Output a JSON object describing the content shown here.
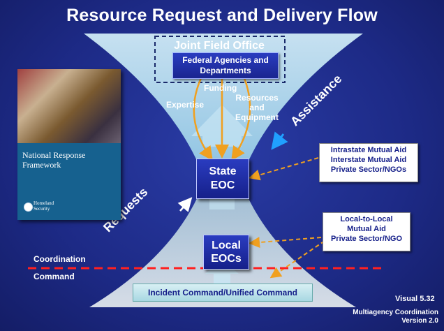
{
  "title": "Resource Request and Delivery Flow",
  "joint_field_office": {
    "label": "Joint Field Office",
    "box_label": "Federal Agencies and Departments"
  },
  "flows": {
    "expertise": "Expertise",
    "funding": "Funding",
    "resources": "Resources and Equipment"
  },
  "state_eoc": "State EOC",
  "local_eocs": "Local EOCs",
  "incident_command": "Incident Command/Unified Command",
  "assistance": "Assistance",
  "requests": "Requests",
  "intrastate_box": {
    "line1": "Intrastate Mutual Aid",
    "line2": "Interstate Mutual Aid",
    "line3": "Private Sector/NGOs"
  },
  "local_box": {
    "line1": "Local-to-Local",
    "line2": "Mutual Aid",
    "line3": "Private Sector/NGO"
  },
  "coordination": "Coordination",
  "command": "Command",
  "visual_number": "Visual 5.32",
  "course_title": "Multiagency Coordination",
  "course_version": "Version 2.0",
  "cover": {
    "title": "National Response Framework",
    "agency_line1": "Homeland",
    "agency_line2": "Security"
  },
  "colors": {
    "background": "#1f2d8c",
    "funnel": "#a9d6ea",
    "arrow_orange": "#f0a020",
    "dash_red": "#ff2020",
    "box_blue": "#1a2590"
  }
}
